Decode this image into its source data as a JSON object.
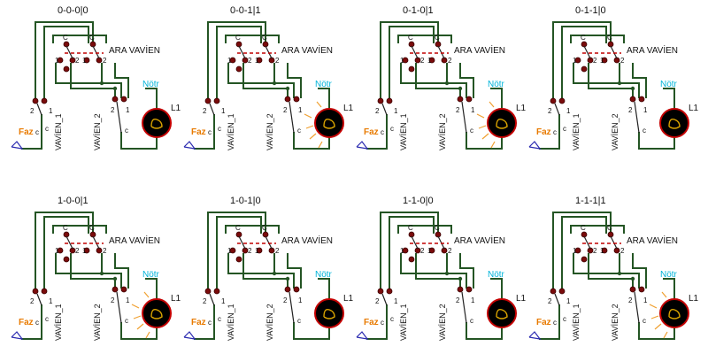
{
  "labels": {
    "ara": "ARA VAVİEN",
    "vav1": "VAVİEN_1",
    "vav2": "VAVİEN_2",
    "faz": "Faz",
    "notr": "Nötr",
    "lamp": "L1",
    "c": "c",
    "C": "C",
    "one": "1",
    "two": "2"
  },
  "panels": [
    {
      "title": "0-0-0|0",
      "lamp_on": false
    },
    {
      "title": "0-0-1|1",
      "lamp_on": true
    },
    {
      "title": "0-1-0|1",
      "lamp_on": true
    },
    {
      "title": "0-1-1|0",
      "lamp_on": false
    },
    {
      "title": "1-0-0|1",
      "lamp_on": true
    },
    {
      "title": "1-0-1|0",
      "lamp_on": false
    },
    {
      "title": "1-1-0|0",
      "lamp_on": false
    },
    {
      "title": "1-1-1|1",
      "lamp_on": true
    }
  ],
  "colors": {
    "wire": "#245524",
    "terminal": "#7a0b0b",
    "dashed_link": "#c00000",
    "faz_text": "#e87a00",
    "notr_text": "#00b4d8",
    "lamp_ring": "#c40000",
    "filament": "#d8a200",
    "glow": "#f0a030"
  }
}
